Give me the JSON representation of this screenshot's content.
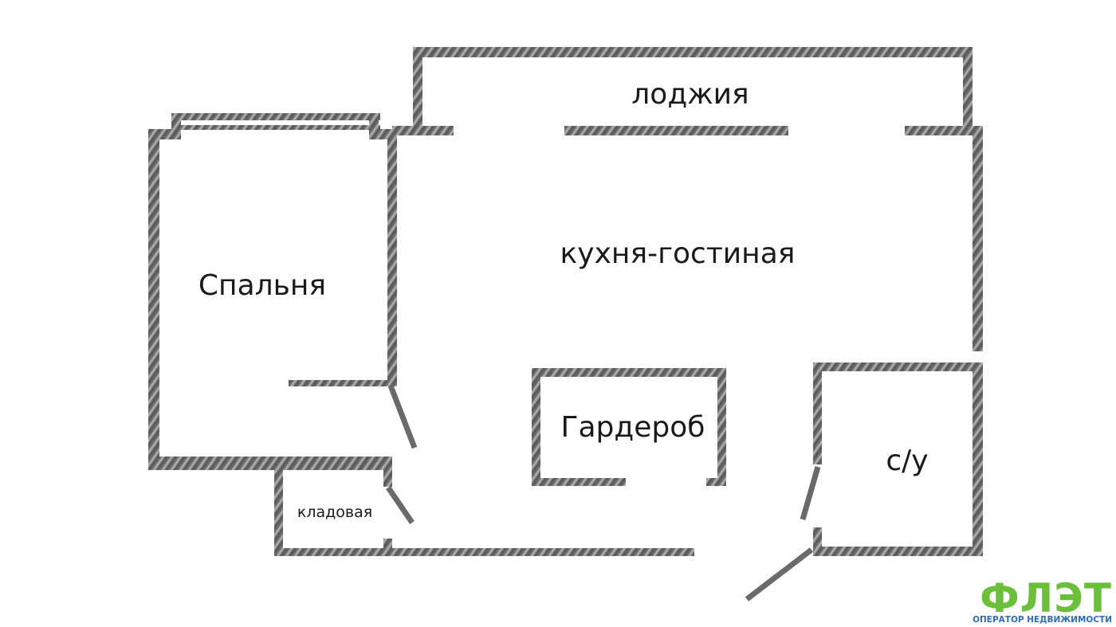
{
  "rooms": {
    "loggia": "лоджия",
    "living_kitchen": "кухня-гостиная",
    "bedroom": "Спальня",
    "wardrobe": "Гардероб",
    "bathroom": "с/у",
    "storage": "кладовая"
  },
  "logo": {
    "name": "ФЛЭТ",
    "tagline": "ОПЕРАТОР НЕДВИЖИМОСТИ"
  },
  "colors": {
    "wall": "#6a6a6a",
    "logo_green": "#6cbf3a",
    "logo_blue": "#2f6db5"
  }
}
